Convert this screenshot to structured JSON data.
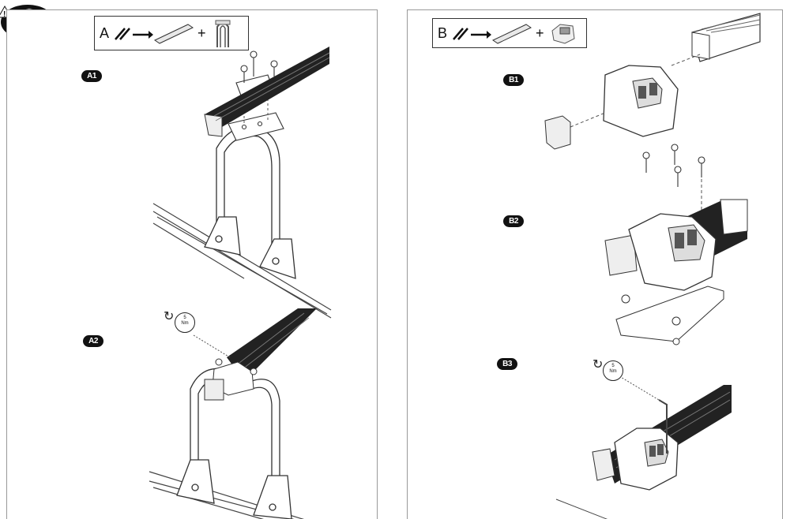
{
  "left_page": {
    "legend": {
      "letter": "A",
      "plus": "+"
    },
    "steps": [
      {
        "label": "A1"
      },
      {
        "label": "A2"
      }
    ],
    "torque": {
      "value": "5",
      "unit": "Nm"
    }
  },
  "right_page": {
    "legend": {
      "letter": "B",
      "plus": "+"
    },
    "steps": [
      {
        "label": "B1"
      },
      {
        "label": "B2"
      },
      {
        "label": "B3"
      }
    ],
    "torque": {
      "value": "5",
      "unit": "Nm"
    }
  },
  "icons": [
    "warning-icon",
    "reader-figure-icon",
    "tool-icon",
    "arrow-right-icon",
    "bar-icon",
    "bracket-icon",
    "foot-icon",
    "rotate-icon",
    "wrench-icon"
  ]
}
